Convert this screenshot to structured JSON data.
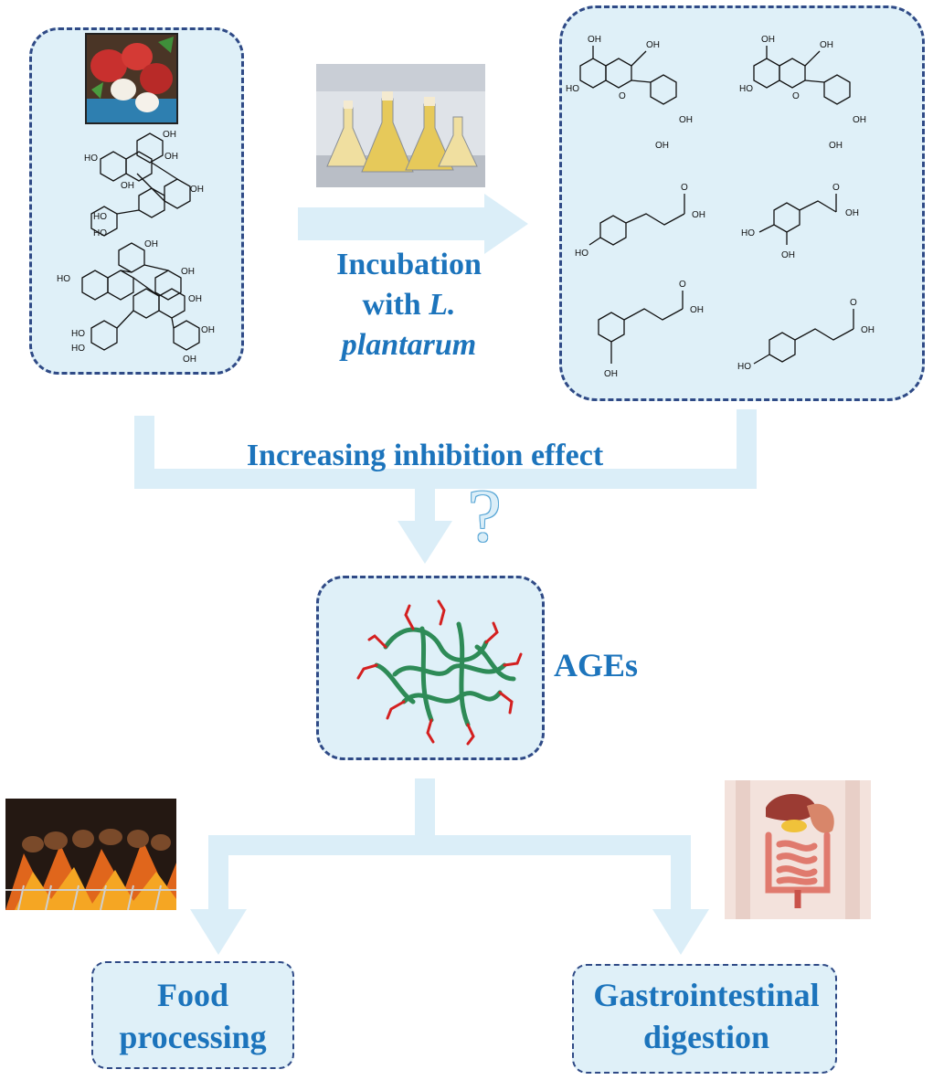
{
  "process": {
    "incubation_line1": "Incubation",
    "incubation_line2_prefix": "with ",
    "incubation_line2_italic": "L.",
    "incubation_line3_italic": "plantarum"
  },
  "inhibition": {
    "label": "Increasing inhibition effect",
    "question_mark": "?"
  },
  "ages": {
    "label": "AGEs"
  },
  "outcomes": {
    "food_line1": "Food",
    "food_line2": "processing",
    "gi_line1": "Gastrointestinal",
    "gi_line2": "digestion"
  },
  "molecule_labels": {
    "oh": "OH",
    "ho": "HO",
    "o": "O"
  },
  "colors": {
    "accent_text": "#1c74bc",
    "box_fill": "#dff0f8",
    "box_border": "#2f4a86",
    "arrow_fill": "#dbeef8",
    "protein": "#2e8b57",
    "glycation": "#d42020"
  },
  "icons": [
    "lychee-photo",
    "fermentation-flasks-photo",
    "barbecue-photo",
    "digestive-system-illustration",
    "protein-structure-icon"
  ]
}
